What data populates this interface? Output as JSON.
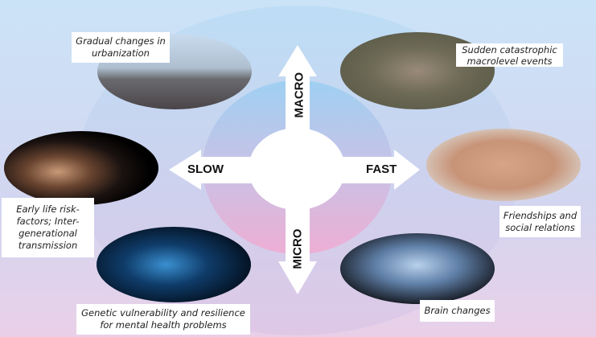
{
  "axes": {
    "up": "MACRO",
    "down": "MICRO",
    "left": "SLOW",
    "right": "FAST"
  },
  "quadrants": [
    {
      "id": "urbanization",
      "label": "Gradual changes in urbanization",
      "image": "city-skyline"
    },
    {
      "id": "catastrophe",
      "label": "Sudden catastrophic macrolevel events",
      "image": "collapsed-building-aerial"
    },
    {
      "id": "early-life",
      "label": "Early life risk-factors; Inter-generational transmission",
      "image": "baby-and-mother"
    },
    {
      "id": "friendships",
      "label": "Friendships and social relations",
      "image": "handshake"
    },
    {
      "id": "genetic",
      "label": "Genetic vulnerability and resilience for mental health problems",
      "image": "dna-helix"
    },
    {
      "id": "brain",
      "label": "Brain changes",
      "image": "brain-scan"
    }
  ],
  "colors": {
    "blue": "#a9d4f2",
    "pink": "#eab2d6",
    "bg_top": "#cfe4f6",
    "bg_bottom": "#e8d3ea"
  }
}
